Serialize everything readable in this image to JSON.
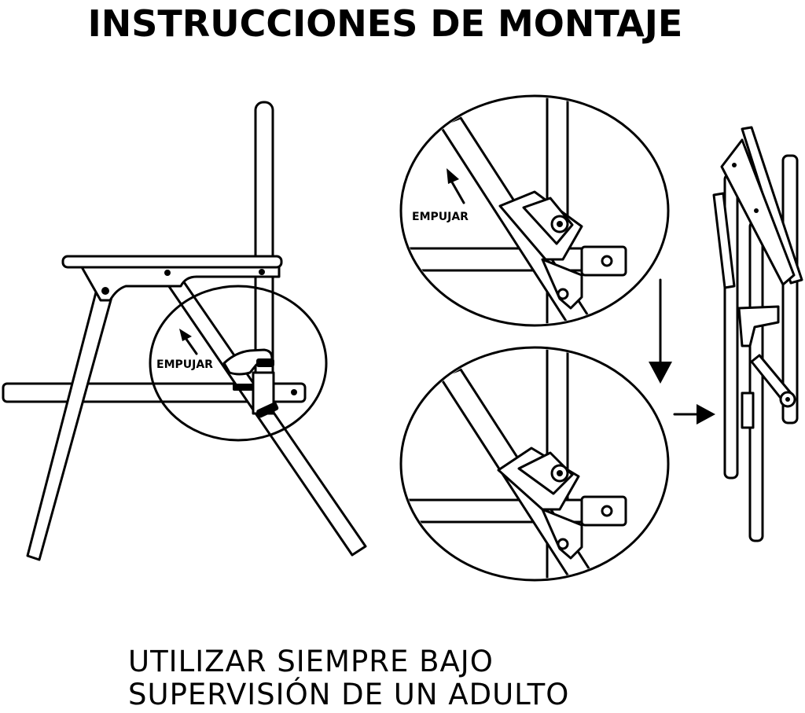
{
  "title": "INSTRUCCIONES DE MONTAJE",
  "labels": {
    "push_main": "EMPUJAR",
    "push_detail": "EMPUJAR"
  },
  "warning": {
    "line1": "UTILIZAR SIEMPRE BAJO",
    "line2": "SUPERVISIÓN DE UN ADULTO"
  },
  "colors": {
    "ink": "#000000",
    "paper": "#ffffff"
  },
  "icons": [
    "arrow-up-left-icon",
    "arrow-down-icon",
    "arrow-right-icon"
  ]
}
